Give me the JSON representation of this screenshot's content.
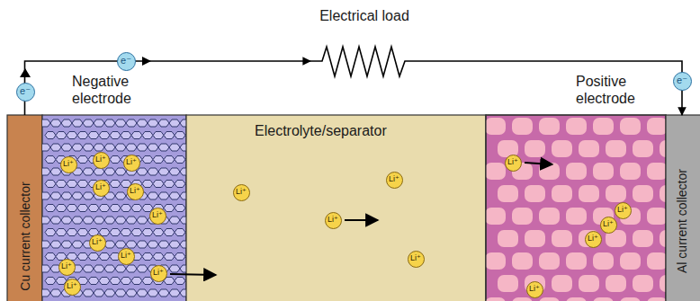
{
  "diagram": {
    "nodes": [
      {
        "text": [
          "Electrical load"
        ]
      },
      {
        "text": [
          "e⁻"
        ]
      },
      {
        "text": [
          "e⁻"
        ]
      },
      {
        "text": [
          "e⁻"
        ]
      },
      {
        "text": [
          "Cu current collector"
        ]
      },
      {
        "text": [
          "Negative electrode"
        ]
      },
      {
        "text": [
          "Li⁺"
        ],
        "in": 5
      },
      {
        "text": [
          "Li⁺"
        ],
        "in": 5
      },
      {
        "text": [
          "Li⁺"
        ],
        "in": 5
      },
      {
        "text": [
          "Li⁺"
        ],
        "in": 5
      },
      {
        "text": [
          "Li⁺"
        ],
        "in": 5
      },
      {
        "text": [
          "Li⁺"
        ],
        "in": 5
      },
      {
        "text": [
          "Li⁺"
        ],
        "in": 5
      },
      {
        "text": [
          "Li⁺"
        ],
        "in": 5
      },
      {
        "text": [
          "Li⁺"
        ],
        "in": 5
      },
      {
        "text": [
          "Li⁺"
        ],
        "in": 5
      },
      {
        "text": [
          "Li⁺"
        ],
        "in": 5
      },
      {
        "text": [
          "Electrolyte/separator"
        ]
      },
      {
        "text": [
          "Li⁺"
        ],
        "in": 17
      },
      {
        "text": [
          "Li⁺"
        ],
        "in": 17
      },
      {
        "text": [
          "Li⁺"
        ],
        "in": 17
      },
      {
        "text": [
          "Li⁺"
        ],
        "in": 17
      },
      {
        "text": [
          "Positive electrode"
        ]
      },
      {
        "text": [
          "Li⁺"
        ],
        "in": 22
      },
      {
        "text": [
          "Li⁺"
        ],
        "in": 22
      },
      {
        "text": [
          "Li⁺"
        ],
        "in": 22
      },
      {
        "text": [
          "Li⁺"
        ],
        "in": 22
      },
      {
        "text": [
          "Li⁺"
        ],
        "in": 22
      },
      {
        "text": [
          "Al current collector"
        ]
      }
    ],
    "edges": [
      {
        "from": 4,
        "to": 0,
        "arrow": "to"
      },
      {
        "from": 0,
        "to": 28,
        "arrow": "to"
      }
    ]
  }
}
